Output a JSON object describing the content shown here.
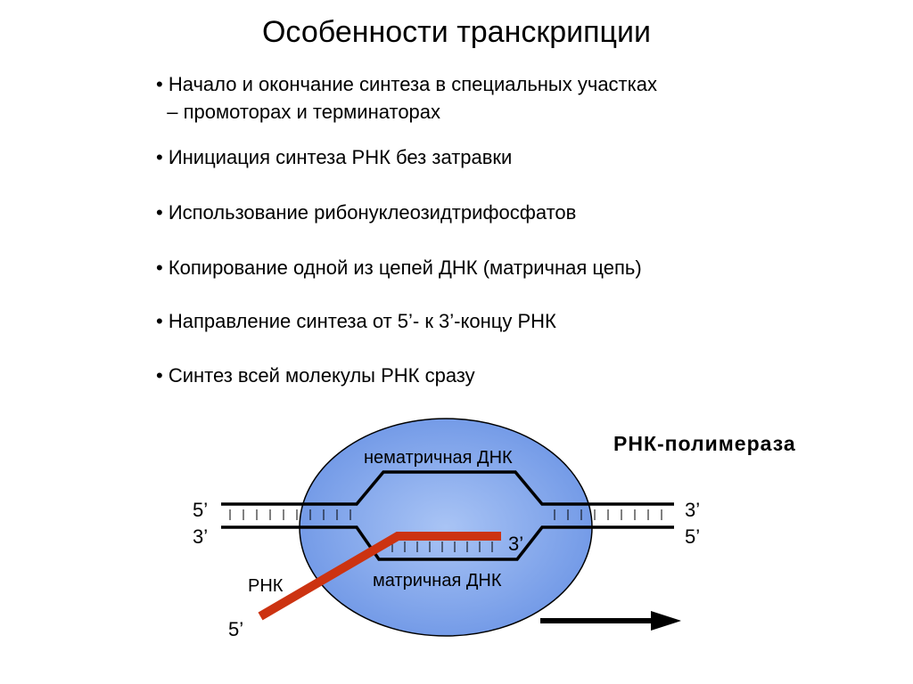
{
  "title": "Особенности транскрипции",
  "bullets": [
    "• Начало и окончание синтеза в специальных участках",
    "  – промоторах и терминаторах",
    "• Инициация синтеза РНК без затравки",
    "• Использование рибонуклеозидтрифосфатов",
    "• Копирование одной из цепей ДНК (матричная цепь)",
    "• Направление синтеза от 5’- к 3’-концу РНК",
    "• Синтез всей молекулы РНК сразу"
  ],
  "diagram": {
    "polymerase_label": "РНК-полимераза",
    "nontemplate_label": "нематричная ДНК",
    "template_label": "матричная ДНК",
    "rna_label": "РНК",
    "left_top_end": "5’",
    "left_bottom_end": "3’",
    "right_top_end": "3’",
    "right_bottom_end": "5’",
    "rna_3_end": "3’",
    "rna_5_end": "5’",
    "colors": {
      "polymerase_fill": "#7fa6ee",
      "rna": "#cc3311",
      "dna": "#000000"
    }
  }
}
